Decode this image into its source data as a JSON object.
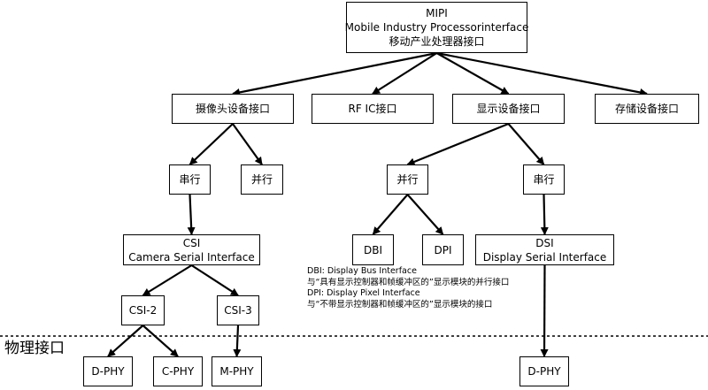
{
  "nodes": {
    "mipi": {
      "lines": [
        "MIPI",
        "Mobile Industry Processorinterface",
        "移动产业处理器接口"
      ]
    },
    "camera_interface": {
      "label": "摄像头设备接口"
    },
    "rfic_interface": {
      "label": "RF IC接口"
    },
    "display_interface": {
      "label": "显示设备接口"
    },
    "storage_interface": {
      "label": "存储设备接口"
    },
    "cam_serial": {
      "label": "串行"
    },
    "cam_parallel": {
      "label": "并行"
    },
    "disp_parallel": {
      "label": "并行"
    },
    "disp_serial": {
      "label": "串行"
    },
    "csi": {
      "lines": [
        "CSI",
        "Camera Serial Interface"
      ]
    },
    "dbi": {
      "label": "DBI"
    },
    "dpi": {
      "label": "DPI"
    },
    "dsi": {
      "lines": [
        "DSI",
        "Display Serial Interface"
      ]
    },
    "csi2": {
      "label": "CSI-2"
    },
    "csi3": {
      "label": "CSI-3"
    },
    "dphy1": {
      "label": "D-PHY"
    },
    "cphy": {
      "label": "C-PHY"
    },
    "mphy": {
      "label": "M-PHY"
    },
    "dphy2": {
      "label": "D-PHY"
    }
  },
  "notes": [
    "DBI: Display Bus Interface",
    "与“具有显示控制器和帧缓冲区的”显示模块的并行接口",
    "DPI: Display Pixel Interface",
    "与“不带显示控制器和帧缓冲区的”显示模块的接口"
  ],
  "physical_layer_label": "物理接口",
  "edges": [
    [
      "mipi",
      "camera_interface"
    ],
    [
      "mipi",
      "rfic_interface"
    ],
    [
      "mipi",
      "display_interface"
    ],
    [
      "mipi",
      "storage_interface"
    ],
    [
      "camera_interface",
      "cam_serial"
    ],
    [
      "camera_interface",
      "cam_parallel"
    ],
    [
      "display_interface",
      "disp_parallel"
    ],
    [
      "display_interface",
      "disp_serial"
    ],
    [
      "cam_serial",
      "csi"
    ],
    [
      "disp_parallel",
      "dbi"
    ],
    [
      "disp_parallel",
      "dpi"
    ],
    [
      "disp_serial",
      "dsi"
    ],
    [
      "csi",
      "csi2"
    ],
    [
      "csi",
      "csi3"
    ],
    [
      "csi2",
      "dphy1"
    ],
    [
      "csi2",
      "cphy"
    ],
    [
      "csi3",
      "mphy"
    ],
    [
      "dsi",
      "dphy2"
    ]
  ],
  "colors": {
    "line": "#000000",
    "box_border": "#000000",
    "text": "#000000"
  }
}
